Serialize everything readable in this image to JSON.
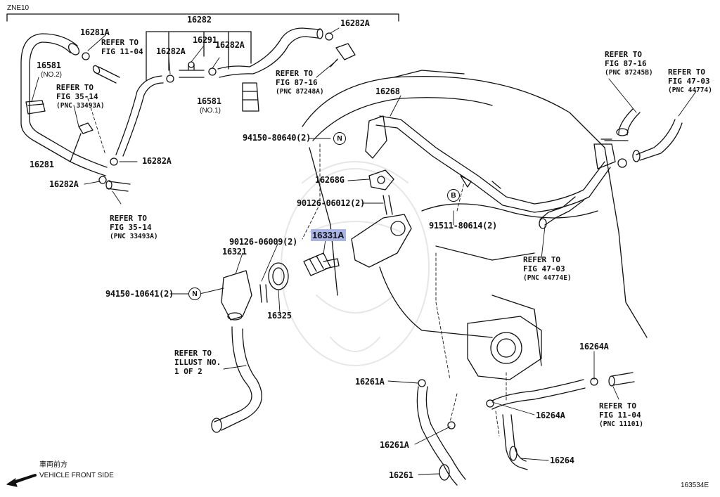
{
  "header": {
    "model": "ZNE10"
  },
  "parts": {
    "p16282": "16282",
    "p16291": "16291",
    "p16282A_top": "16282A",
    "p16282A_a": "16282A",
    "p16282A_b": "16282A",
    "p16282A_c": "16282A",
    "p16282A_d": "16282A",
    "p16281A": "16281A",
    "p16581_2": "16581",
    "p16581_2_sub": "(NO.2)",
    "p16581_1": "16581",
    "p16581_1_sub": "(NO.1)",
    "p16281": "16281",
    "p16268": "16268",
    "p16268G": "16268G",
    "p94150_80640": "94150-80640(2)",
    "p90126_06012": "90126-06012(2)",
    "p91511_80614": "91511-80614(2)",
    "p16331A": "16331A",
    "p90126_06009": "90126-06009(2)",
    "p16321": "16321",
    "p94150_10641": "94150-10641(2)",
    "p16325": "16325",
    "p16264A_a": "16264A",
    "p16264A_b": "16264A",
    "p16264": "16264",
    "p16261A_a": "16261A",
    "p16261A_b": "16261A",
    "p16261": "16261"
  },
  "refs": {
    "fig11_04_top": {
      "l1": "REFER TO",
      "l2": "FIG 11-04"
    },
    "fig35_14_a": {
      "l1": "REFER TO",
      "l2": "FIG 35-14",
      "pnc": "(PNC 33493A)"
    },
    "fig35_14_b": {
      "l1": "REFER TO",
      "l2": "FIG 35-14",
      "pnc": "(PNC 33493A)"
    },
    "fig87_16_a": {
      "l1": "REFER TO",
      "l2": "FIG 87-16",
      "pnc": "(PNC 87248A)"
    },
    "fig87_16_b": {
      "l1": "REFER TO",
      "l2": "FIG 87-16",
      "pnc": "(PNC 87245B)"
    },
    "fig47_03_a": {
      "l1": "REFER TO",
      "l2": "FIG 47-03",
      "pnc": "(PNC 44774)"
    },
    "fig47_03_b": {
      "l1": "REFER TO",
      "l2": "FIG 47-03",
      "pnc": "(PNC 44774E)"
    },
    "illust": {
      "l1": "REFER TO",
      "l2": "ILLUST NO.",
      "l3": "1 OF 2"
    },
    "fig11_04_b": {
      "l1": "REFER TO",
      "l2": "FIG 11-04",
      "pnc": "(PNC 11101)"
    }
  },
  "circles": {
    "n1": "N",
    "n2": "N",
    "b1": "B"
  },
  "footer": {
    "jp": "車両前方",
    "en": "VEHICLE FRONT SIDE",
    "code": "163534E"
  },
  "colors": {
    "highlight": "#a9b4e6",
    "line": "#111111",
    "watermark": "#e6e6e6"
  }
}
